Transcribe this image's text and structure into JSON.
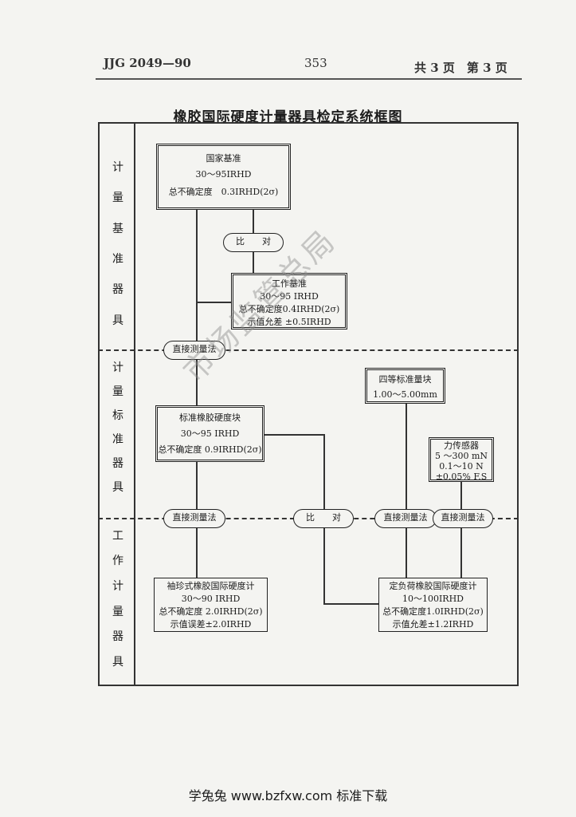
{
  "header": {
    "standard": "JJG 2049—90",
    "page_number": "353",
    "pages": "共 3 页　第 3 页"
  },
  "title": "橡胶国际硬度计量器具检定系统框图",
  "sections": [
    {
      "label": [
        "计",
        "量",
        "基",
        "准",
        "器",
        "具"
      ]
    },
    {
      "label": [
        "计",
        "量",
        "标",
        "准",
        "器",
        "具"
      ]
    },
    {
      "label": [
        "工",
        "作",
        "计",
        "量",
        "器",
        "具"
      ]
    }
  ],
  "boxes": {
    "national": [
      "国家基准",
      "30～95IRHD",
      "总不确定度　0.3IRHD(2σ)"
    ],
    "working": [
      "工作基准",
      "30～95 IRHD",
      "总不确定度0.4IRHD(2σ)",
      "示值允差 ±0.5IRHD"
    ],
    "gauge_block": [
      "四等标准量块",
      "1.00～5.00mm"
    ],
    "std_block": [
      "标准橡胶硬度块",
      "30～95 IRHD",
      "总不确定度 0.9IRHD(2σ)"
    ],
    "force": [
      "力传感器",
      "5 ～300 mN",
      "0.1～10 N",
      "±0.05% F.S"
    ],
    "pocket": [
      "袖珍式橡胶国际硬度计",
      "30～90 IRHD",
      "总不确定度 2.0IRHD(2σ)",
      "示值误差±2.0IRHD"
    ],
    "fixed": [
      "定负荷橡胶国际硬度计",
      "10～100IRHD",
      "总不确定度1.0IRHD(2σ)",
      "示值允差±1.2IRHD"
    ]
  },
  "pills": {
    "compare1": "比　　对",
    "direct1": "直接测量法",
    "direct2": "直接测量法",
    "compare2": "比　　对",
    "direct3": "直接测量法",
    "direct4": "直接测量法"
  },
  "watermark": "市场监管总局",
  "footer": "学兔兔 www.bzfxw.com 标准下载"
}
